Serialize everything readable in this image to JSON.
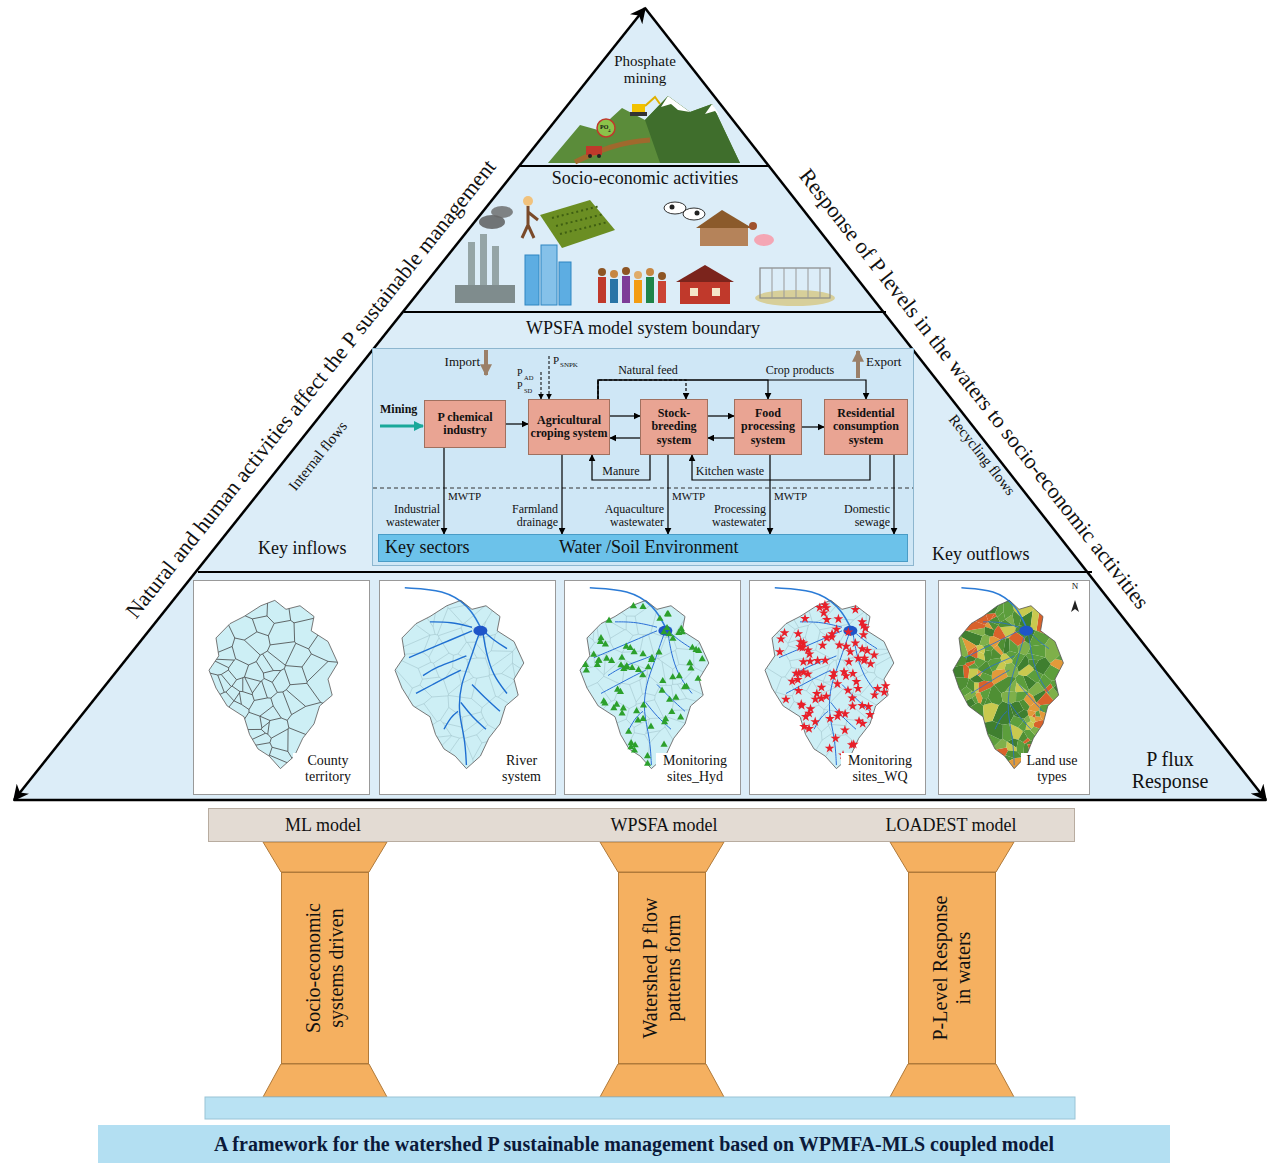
{
  "diagram": {
    "caption": "A framework for the watershed P sustainable management based on WPMFA-MLS coupled model",
    "nodes": [
      {
        "text": [
          "WPSFA model system boundary"
        ]
      },
      {
        "text": [
          "P chemical industry"
        ],
        "in": 0
      },
      {
        "text": [
          "Agricultural croping system"
        ],
        "in": 0
      },
      {
        "text": [
          "Stock-breeding system"
        ],
        "in": 0
      },
      {
        "text": [
          "Food processing system"
        ],
        "in": 0
      },
      {
        "text": [
          "Residential consumption system"
        ],
        "in": 0
      },
      {
        "text": [
          "Key sectors",
          "Water /Soil Environment"
        ],
        "in": 0
      },
      {
        "text": [
          "County territory"
        ]
      },
      {
        "text": [
          "River system"
        ]
      },
      {
        "text": [
          "Monitoring sites_Hyd"
        ]
      },
      {
        "text": [
          "Monitoring sites_WQ"
        ]
      },
      {
        "text": [
          "Land use types"
        ]
      },
      {
        "text": [
          "ML model",
          "WPSFA model",
          "LOADEST model"
        ]
      },
      {
        "text": [
          "Socio-economic systems driven"
        ]
      },
      {
        "text": [
          "Watershed P flow patterns form"
        ]
      },
      {
        "text": [
          "P-Level Response in waters"
        ]
      }
    ],
    "edges": [
      {
        "from": 1,
        "to": 2,
        "arrow": "to"
      },
      {
        "from": 2,
        "to": 3,
        "arrow": "to"
      },
      {
        "from": 3,
        "to": 2,
        "arrow": "to"
      },
      {
        "from": 3,
        "to": 4,
        "arrow": "to"
      },
      {
        "from": 4,
        "to": 3,
        "arrow": "to"
      },
      {
        "from": 4,
        "to": 5,
        "arrow": "to"
      },
      {
        "from": 2,
        "to": 4,
        "label": "Crop products",
        "arrow": "to"
      },
      {
        "from": 2,
        "to": 5,
        "arrow": "to"
      },
      {
        "from": 2,
        "to": 3,
        "label": "Natural feed",
        "arrow": "to"
      },
      {
        "from": 3,
        "to": 2,
        "label": "Manure",
        "arrow": "to"
      },
      {
        "from": 5,
        "to": 3,
        "label": "Kitchen waste",
        "arrow": "to"
      },
      {
        "from": 1,
        "to": 6,
        "label": "Industrial wastewater",
        "arrow": "to"
      },
      {
        "from": 2,
        "to": 6,
        "label": "Farmland drainage",
        "arrow": "to"
      },
      {
        "from": 3,
        "to": 6,
        "label": "Aquaculture wastewater",
        "arrow": "to"
      },
      {
        "from": 4,
        "to": 6,
        "label": "Processing wastewater",
        "arrow": "to"
      },
      {
        "from": 5,
        "to": 6,
        "label": "Domestic sewage",
        "arrow": "to"
      }
    ],
    "labels": [
      "Natural and human activities affect the P sustainable management",
      "Response of P levels in the waters to socio-economic activities",
      "Phosphate mining",
      "PO",
      "4",
      "Socio-economic activities",
      "Import",
      "P",
      "SNPK",
      "P",
      "AD",
      "P",
      "SD",
      "Export",
      "Mining",
      "MWTP",
      "MWTP",
      "MWTP",
      "Internal flows",
      "Recycling flows",
      "Key inflows",
      "Key outflows",
      "P flux Response",
      "N"
    ]
  }
}
